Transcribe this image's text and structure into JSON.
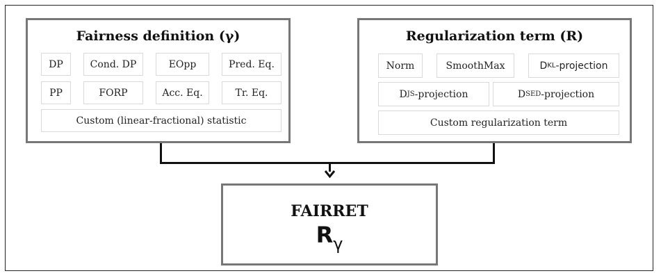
{
  "fairness_panel": {
    "title": "Fairness definition (γ)",
    "cells": [
      "DP",
      "Cond. DP",
      "EOpp",
      "Pred. Eq.",
      "PP",
      "FORP",
      "Acc. Eq.",
      "Tr. Eq."
    ],
    "custom": "Custom (linear-fractional) statistic"
  },
  "regularization_panel": {
    "title": "Regularization term (R)",
    "norm": "Norm",
    "smoothmax": "SmoothMax",
    "kl": {
      "base": "D",
      "sub": "KL",
      "suffix": "-projection"
    },
    "js": {
      "base": "D",
      "sub": "JS",
      "suffix": "-projection"
    },
    "sed": {
      "base": "D",
      "sub": "SED",
      "suffix": "-projection"
    },
    "custom": "Custom regularization term"
  },
  "output": {
    "title": "FAIRRET",
    "symbol": "R",
    "symbol_sub": "γ"
  }
}
